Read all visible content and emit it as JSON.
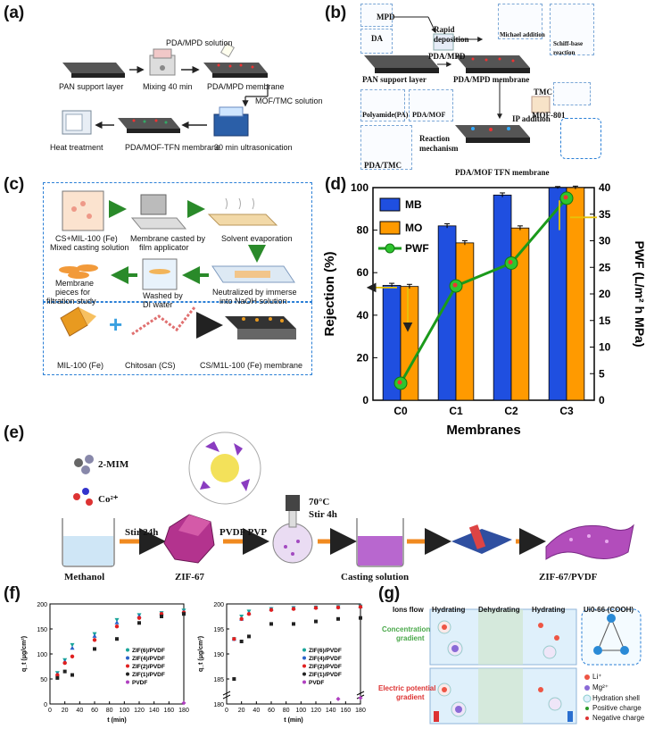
{
  "panels": {
    "a": {
      "label": "(a)",
      "pda_mpd_solution": "PDA/MPD solution",
      "pan_support": "PAN support layer",
      "mixing": "Mixing 40 min",
      "pda_mpd_membrane": "PDA/MPD membrane",
      "mof_tmc": "MOF/TMC solution",
      "heat": "Heat treatment",
      "tfn": "PDA/MOF-TFN membrane",
      "ultra": "30 min ultrasonication"
    },
    "b": {
      "label": "(b)",
      "mpd": "MPD",
      "da": "DA",
      "rapid": "Rapid",
      "deposition": "deposition",
      "pda_mpd": "PDA/MPD",
      "michael": "Michael addition",
      "schiff": "Schiff-base reaction",
      "pan": "PAN support layer",
      "pda_mpd_membrane": "PDA/MPD membrane",
      "polyamide": "Polyamide(PA)",
      "pda_mof": "PDA/MOF",
      "tmc": "TMC",
      "ip": "IP addition",
      "mof801": "MOF-801",
      "reaction": "Reaction",
      "mechanism": "mechanism",
      "pda_tmc": "PDA/TMC",
      "tfn": "PDA/MOF TFN membrane"
    },
    "c": {
      "label": "(c)",
      "cs_mil": "CS+MIL-100 (Fe)",
      "mixed": "Mixed casting solution",
      "casted1": "Membrane casted by",
      "casted2": "film applicator",
      "evap": "Solvent evaporation",
      "pieces1": "Membrane",
      "pieces2": "pieces for",
      "pieces3": "filtration study",
      "washed1": "Washed by",
      "washed2": "DI water",
      "neutral1": "Neutralized by immerse",
      "neutral2": "into NaOH solution",
      "mil": "MIL-100 (Fe)",
      "chitosan": "Chitosan (CS)",
      "composite": "CS/M1L-100 (Fe) membrane"
    },
    "d": {
      "label": "(d)"
    },
    "e": {
      "label": "(e)",
      "mim": "2-MIM",
      "co": "Co²⁺",
      "stir24": "Stir 24h",
      "pvdf_pvp": "PVDF PVP",
      "temp": "70°C",
      "stir4": "Stir 4h",
      "methanol": "Methanol",
      "zif": "ZIF-67",
      "casting": "Casting solution",
      "zif_pvdf": "ZIF-67/PVDF"
    },
    "f": {
      "label": "(f)"
    },
    "g": {
      "label": "(g)",
      "ions_flow": "Ions flow",
      "hydrating1": "Hydrating",
      "dehydrating": "Dehydrating",
      "hydrating2": "Hydrating",
      "uio": "Ui0-66-(COOH)",
      "conc1": "Concentration",
      "conc2": "gradient",
      "elec1": "Electric potential",
      "elec2": "gradient",
      "li": "Li⁺",
      "mg": "Mg²⁺",
      "shell": "Hydration shell",
      "pos": "Positive charge",
      "neg": "Negative charge"
    }
  },
  "chart_data": [
    {
      "type": "bar",
      "categories": [
        "C0",
        "C1",
        "C2",
        "C3"
      ],
      "series": [
        {
          "name": "MB",
          "values": [
            54,
            82,
            96.5,
            100
          ],
          "errors": [
            1,
            1,
            1,
            0.5
          ],
          "color": "#1f4fe0"
        },
        {
          "name": "MO",
          "values": [
            53.5,
            74,
            81,
            100
          ],
          "errors": [
            1,
            1,
            1,
            0.7
          ],
          "color": "#ff9a00"
        }
      ],
      "line_series": {
        "name": "PWF",
        "values": [
          3.2,
          21.5,
          25.8,
          38
        ],
        "color": "#1b9a1b"
      },
      "xlabel": "Membranes",
      "ylabel": "Rejection (%)",
      "y2label": "PWF (L/m² h MPa)",
      "ylim": [
        0,
        100
      ],
      "y2lim": [
        0,
        40
      ],
      "yticks": [
        0,
        20,
        40,
        60,
        80,
        100
      ],
      "y2ticks": [
        0,
        5,
        10,
        15,
        20,
        25,
        30,
        35,
        40
      ],
      "legend": "top-left"
    },
    {
      "type": "scatter",
      "xlabel": "t (min)",
      "ylabel": "q_t (μg/cm²)",
      "xlim": [
        0,
        180
      ],
      "ylim": [
        0,
        200
      ],
      "xticks": [
        0,
        20,
        40,
        60,
        80,
        100,
        120,
        140,
        160,
        180
      ],
      "yticks": [
        0,
        50,
        100,
        150,
        200
      ],
      "legend": "right",
      "series": [
        {
          "name": "ZIF(6)/PVDF",
          "color": "#1aa59a",
          "x": [
            10,
            20,
            30,
            60,
            90,
            120,
            150,
            180
          ],
          "y": [
            62,
            88,
            118,
            140,
            168,
            178,
            182,
            187
          ]
        },
        {
          "name": "ZIF(4)/PVDF",
          "color": "#2a62c8",
          "x": [
            10,
            20,
            30,
            60,
            90,
            120,
            150,
            180
          ],
          "y": [
            60,
            85,
            112,
            136,
            163,
            176,
            181,
            185
          ]
        },
        {
          "name": "ZIF(2)/PVDF",
          "color": "#e02020",
          "x": [
            10,
            20,
            30,
            60,
            90,
            120,
            150,
            180
          ],
          "y": [
            58,
            82,
            95,
            128,
            155,
            172,
            180,
            183
          ]
        },
        {
          "name": "ZIF(1)/PVDF",
          "color": "#222222",
          "x": [
            10,
            20,
            30,
            60,
            90,
            120,
            150,
            180
          ],
          "y": [
            52,
            65,
            58,
            110,
            130,
            162,
            175,
            180
          ]
        },
        {
          "name": "PVDF",
          "color": "#b040c0",
          "x": [
            180
          ],
          "y": [
            2
          ]
        }
      ]
    },
    {
      "type": "scatter",
      "xlabel": "t (min)",
      "ylabel": "q_t (μg/cm²)",
      "xlim": [
        0,
        180
      ],
      "ylim": [
        180,
        200
      ],
      "xticks": [
        0,
        20,
        40,
        60,
        80,
        100,
        120,
        140,
        160,
        180
      ],
      "yticks": [
        180,
        185,
        190,
        195,
        200
      ],
      "axis_break": true,
      "legend": "right",
      "series": [
        {
          "name": "ZIF(6)/PVDF",
          "color": "#1aa59a",
          "x": [
            10,
            20,
            30,
            60,
            90,
            120,
            150,
            180
          ],
          "y": [
            193,
            197.5,
            198.5,
            199,
            199.2,
            199.3,
            199.4,
            199.5
          ]
        },
        {
          "name": "ZIF(4)/PVDF",
          "color": "#2a62c8",
          "x": [
            10,
            20,
            30,
            60,
            90,
            120,
            150,
            180
          ],
          "y": [
            193,
            197,
            198.2,
            199,
            199.2,
            199.3,
            199.4,
            199.5
          ]
        },
        {
          "name": "ZIF(2)/PVDF",
          "color": "#e02020",
          "x": [
            10,
            20,
            30,
            60,
            90,
            120,
            150,
            180
          ],
          "y": [
            193,
            197,
            198,
            198.8,
            199,
            199.2,
            199.3,
            199.4
          ]
        },
        {
          "name": "ZIF(1)/PVDF",
          "color": "#222222",
          "x": [
            10,
            20,
            30,
            60,
            90,
            120,
            150,
            180
          ],
          "y": [
            185,
            192.5,
            193.5,
            196,
            196,
            196.5,
            197,
            197.2
          ]
        },
        {
          "name": "PVDF",
          "color": "#b040c0",
          "x": [
            150,
            180
          ],
          "y": [
            181,
            181.2
          ]
        }
      ]
    }
  ]
}
